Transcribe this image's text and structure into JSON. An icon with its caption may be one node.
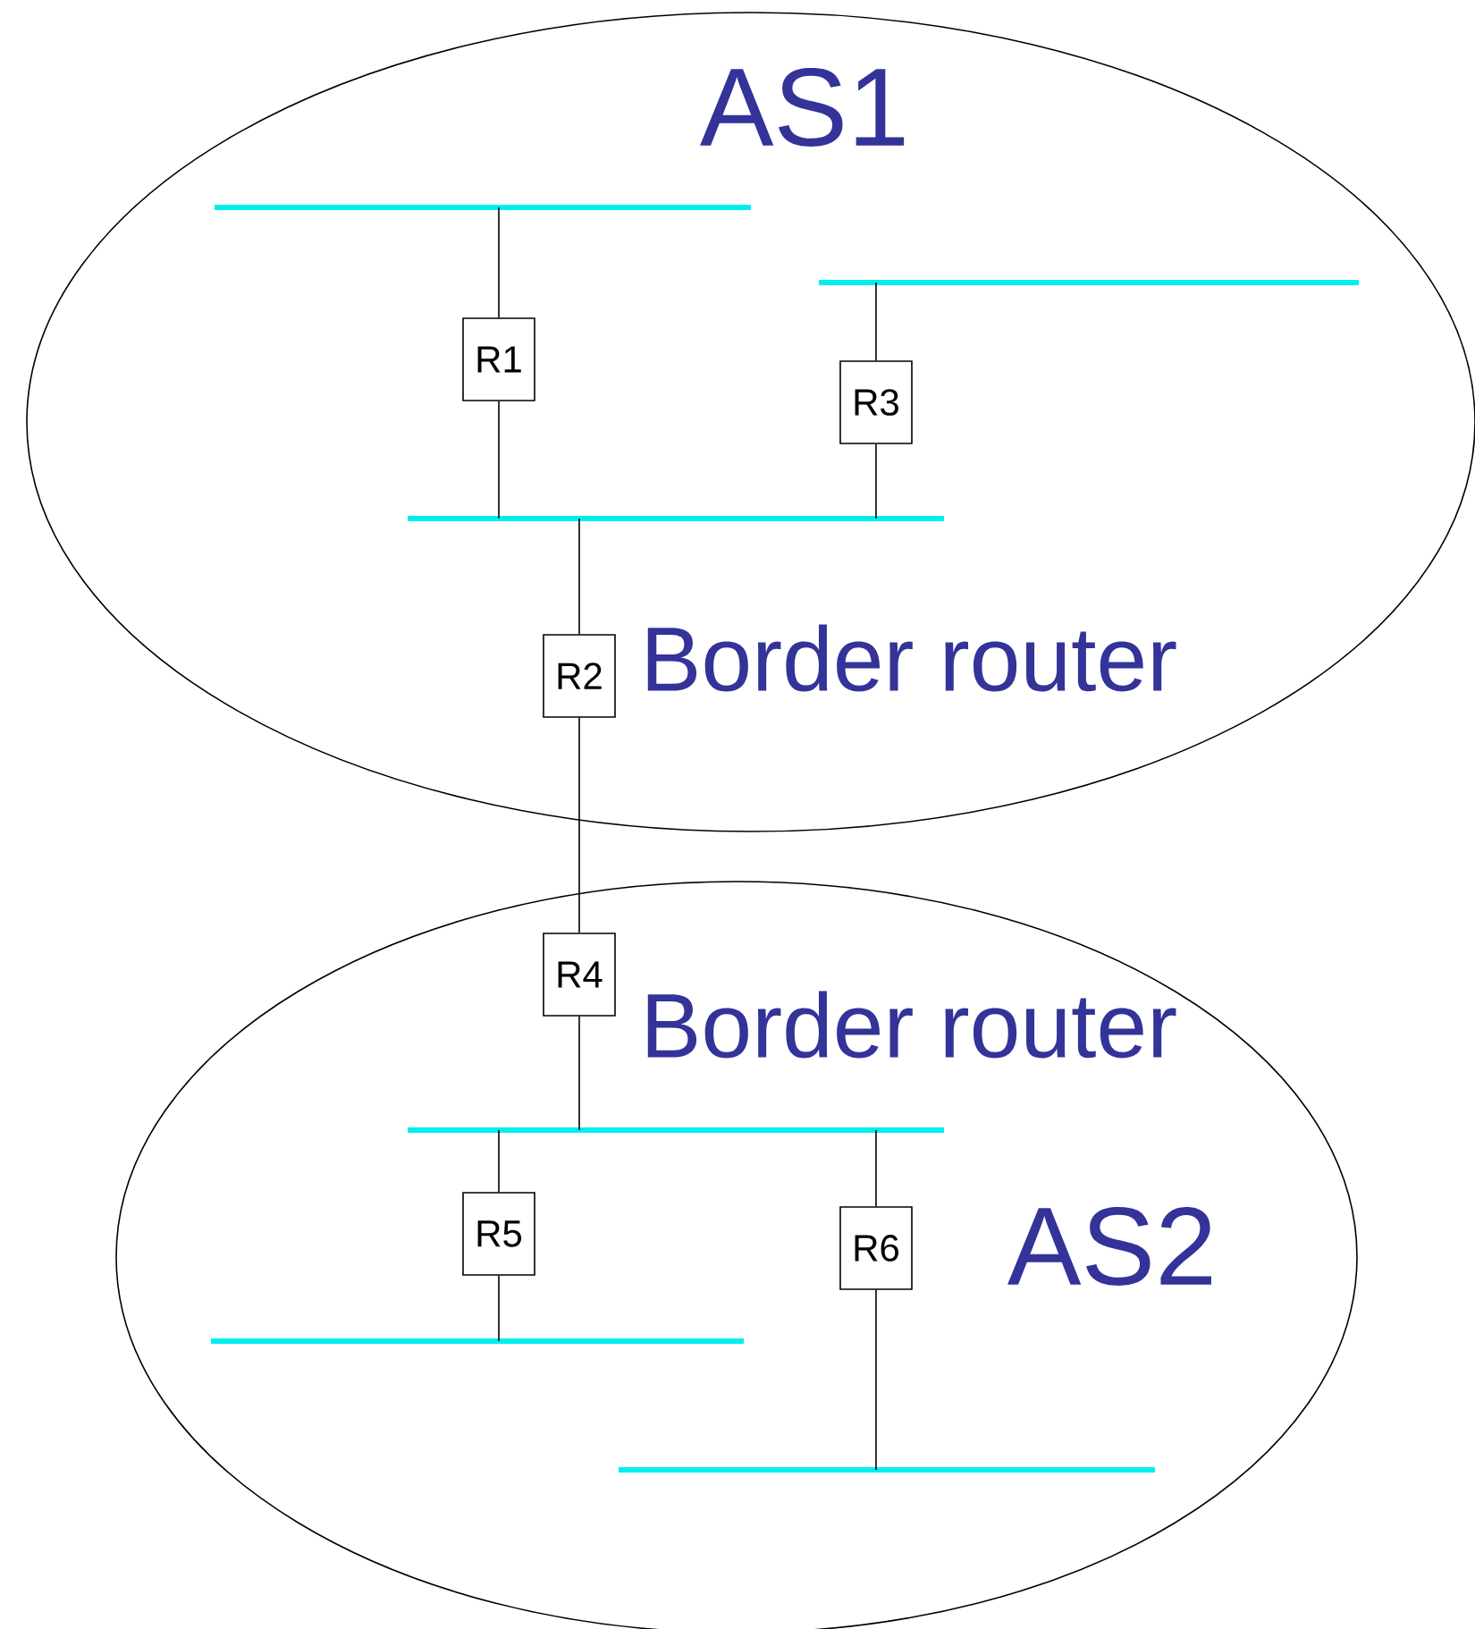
{
  "diagram": {
    "nodes": [
      {
        "text": [
          "AS1"
        ]
      },
      {
        "text": [],
        "shape": "line",
        "in": 0
      },
      {
        "text": [],
        "shape": "line",
        "in": 0
      },
      {
        "text": [
          "R1"
        ],
        "in": 0
      },
      {
        "text": [
          "R3"
        ],
        "in": 0
      },
      {
        "text": [],
        "shape": "line",
        "in": 0
      },
      {
        "text": [
          "R2"
        ],
        "in": 0,
        "beside": [
          "Border router"
        ]
      },
      {
        "text": [
          "AS2"
        ]
      },
      {
        "text": [
          "R4"
        ],
        "in": 7,
        "beside": [
          "Border router"
        ]
      },
      {
        "text": [],
        "shape": "line",
        "in": 7
      },
      {
        "text": [
          "R5"
        ],
        "in": 7
      },
      {
        "text": [
          "R6"
        ],
        "in": 7
      },
      {
        "text": [],
        "shape": "line",
        "in": 7
      },
      {
        "text": [],
        "shape": "line",
        "in": 7
      }
    ],
    "edges": [
      {
        "from": 1,
        "to": 3,
        "arrow": "none"
      },
      {
        "from": 3,
        "to": 5,
        "arrow": "none"
      },
      {
        "from": 2,
        "to": 4,
        "arrow": "none"
      },
      {
        "from": 4,
        "to": 5,
        "arrow": "none"
      },
      {
        "from": 5,
        "to": 6,
        "arrow": "none"
      },
      {
        "from": 6,
        "to": 8,
        "arrow": "none"
      },
      {
        "from": 8,
        "to": 9,
        "arrow": "none"
      },
      {
        "from": 9,
        "to": 10,
        "arrow": "none"
      },
      {
        "from": 10,
        "to": 12,
        "arrow": "none"
      },
      {
        "from": 9,
        "to": 11,
        "arrow": "none"
      },
      {
        "from": 11,
        "to": 13,
        "arrow": "none"
      }
    ]
  }
}
